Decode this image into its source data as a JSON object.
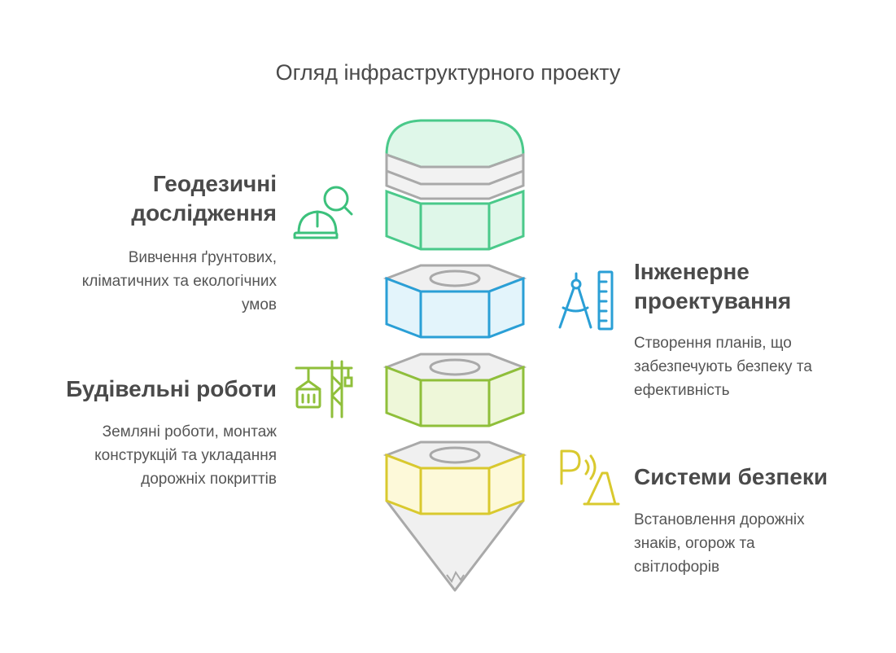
{
  "title": "Огляд інфраструктурного проекту",
  "stages": [
    {
      "heading": "Геодезичні дослідження",
      "heading_lines": [
        "Геодезичні",
        "дослідження"
      ],
      "description_lines": [
        "Вивчення ґрунтових,",
        "кліматичних та екологічних",
        "умов"
      ],
      "icon": "hardhat-magnifier-icon",
      "color": "#2ec27e"
    },
    {
      "heading": "Інженерне проектування",
      "heading_lines": [
        "Інженерне",
        "проектування"
      ],
      "description_lines": [
        "Створення планів, що",
        "забезпечують безпеку та",
        "ефективність"
      ],
      "icon": "compass-ruler-icon",
      "color": "#2a9fd6"
    },
    {
      "heading": "Будівельні роботи",
      "heading_lines": [
        "Будівельні роботи"
      ],
      "description_lines": [
        "Земляні роботи, монтаж",
        "конструкцій та укладання",
        "дорожніх покриттів"
      ],
      "icon": "crane-icon",
      "color": "#8fbf3a"
    },
    {
      "heading": "Системи безпеки",
      "heading_lines": [
        "Системи безпеки"
      ],
      "description_lines": [
        "Встановлення дорожніх",
        "знаків, огорож та",
        "світлофорів"
      ],
      "icon": "parking-cone-icon",
      "color": "#d9c92e"
    }
  ]
}
